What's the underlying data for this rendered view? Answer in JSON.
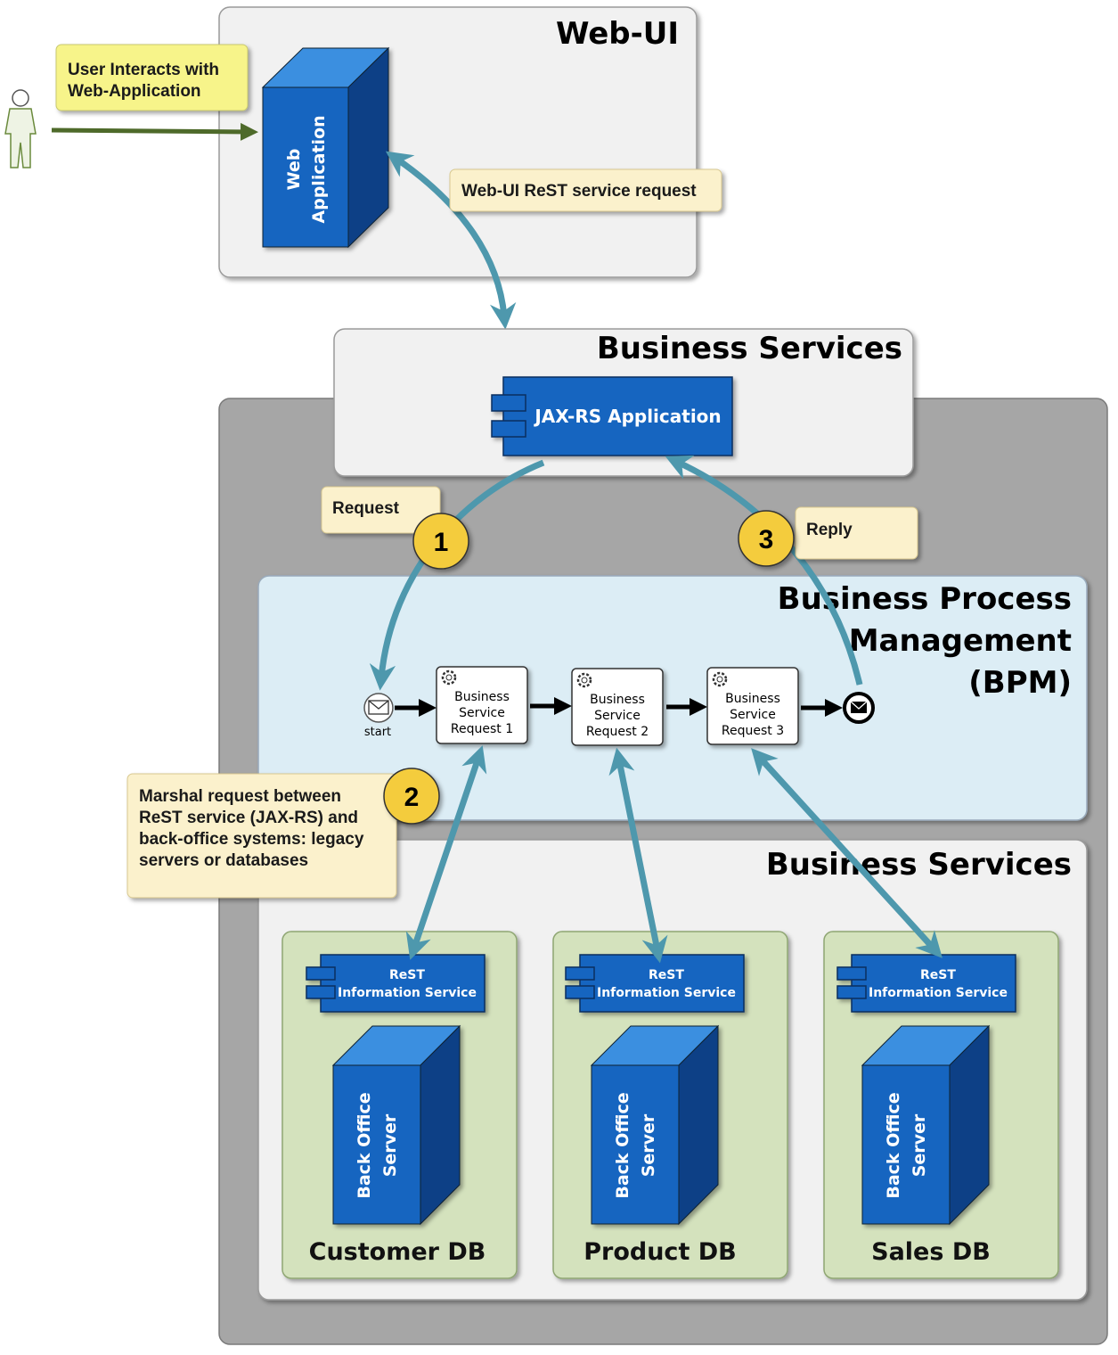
{
  "web_ui": {
    "title": "Web-UI",
    "node_label_line1": "Web",
    "node_label_line2": "Application"
  },
  "user_note": {
    "line1": "User Interacts with",
    "line2": "Web-Application"
  },
  "rest_request_note": "Web-UI ReST service request",
  "business_services_top": {
    "title": "Business Services",
    "component_label": "JAX-RS Application"
  },
  "request_note": "Request",
  "reply_note": "Reply",
  "badges": [
    "1",
    "2",
    "3"
  ],
  "bpm": {
    "title_line1": "Business Process",
    "title_line2": "Management",
    "title_line3": "(BPM)",
    "start_label": "start",
    "tasks": [
      {
        "line1": "Business",
        "line2": "Service",
        "line3": "Request 1"
      },
      {
        "line1": "Business",
        "line2": "Service",
        "line3": "Request 2"
      },
      {
        "line1": "Business",
        "line2": "Service",
        "line3": "Request 3"
      }
    ]
  },
  "marshal_note": {
    "line1": "Marshal request between",
    "line2": "ReST service (JAX-RS) and",
    "line3": "back-office systems: legacy",
    "line4": "servers or databases"
  },
  "business_services_bottom": {
    "title": "Business Services",
    "databases": [
      {
        "name": "Customer DB",
        "service_line1": "ReST",
        "service_line2": "Information Service",
        "server_line1": "Back Office",
        "server_line2": "Server"
      },
      {
        "name": "Product DB",
        "service_line1": "ReST",
        "service_line2": "Information Service",
        "server_line1": "Back Office",
        "server_line2": "Server"
      },
      {
        "name": "Sales DB",
        "service_line1": "ReST",
        "service_line2": "Information Service",
        "server_line1": "Back Office",
        "server_line2": "Server"
      }
    ]
  },
  "colors": {
    "node_blue": "#1565c0",
    "arrow_teal": "#4e98ad",
    "note_yellow": "#f7f48a",
    "note_cream": "#fbf1cc",
    "bpm_fill": "#dcedf5",
    "db_green": "#d4e2bd",
    "outer_gray": "#a6a6a6",
    "badge_gold": "#f4cc3c"
  }
}
